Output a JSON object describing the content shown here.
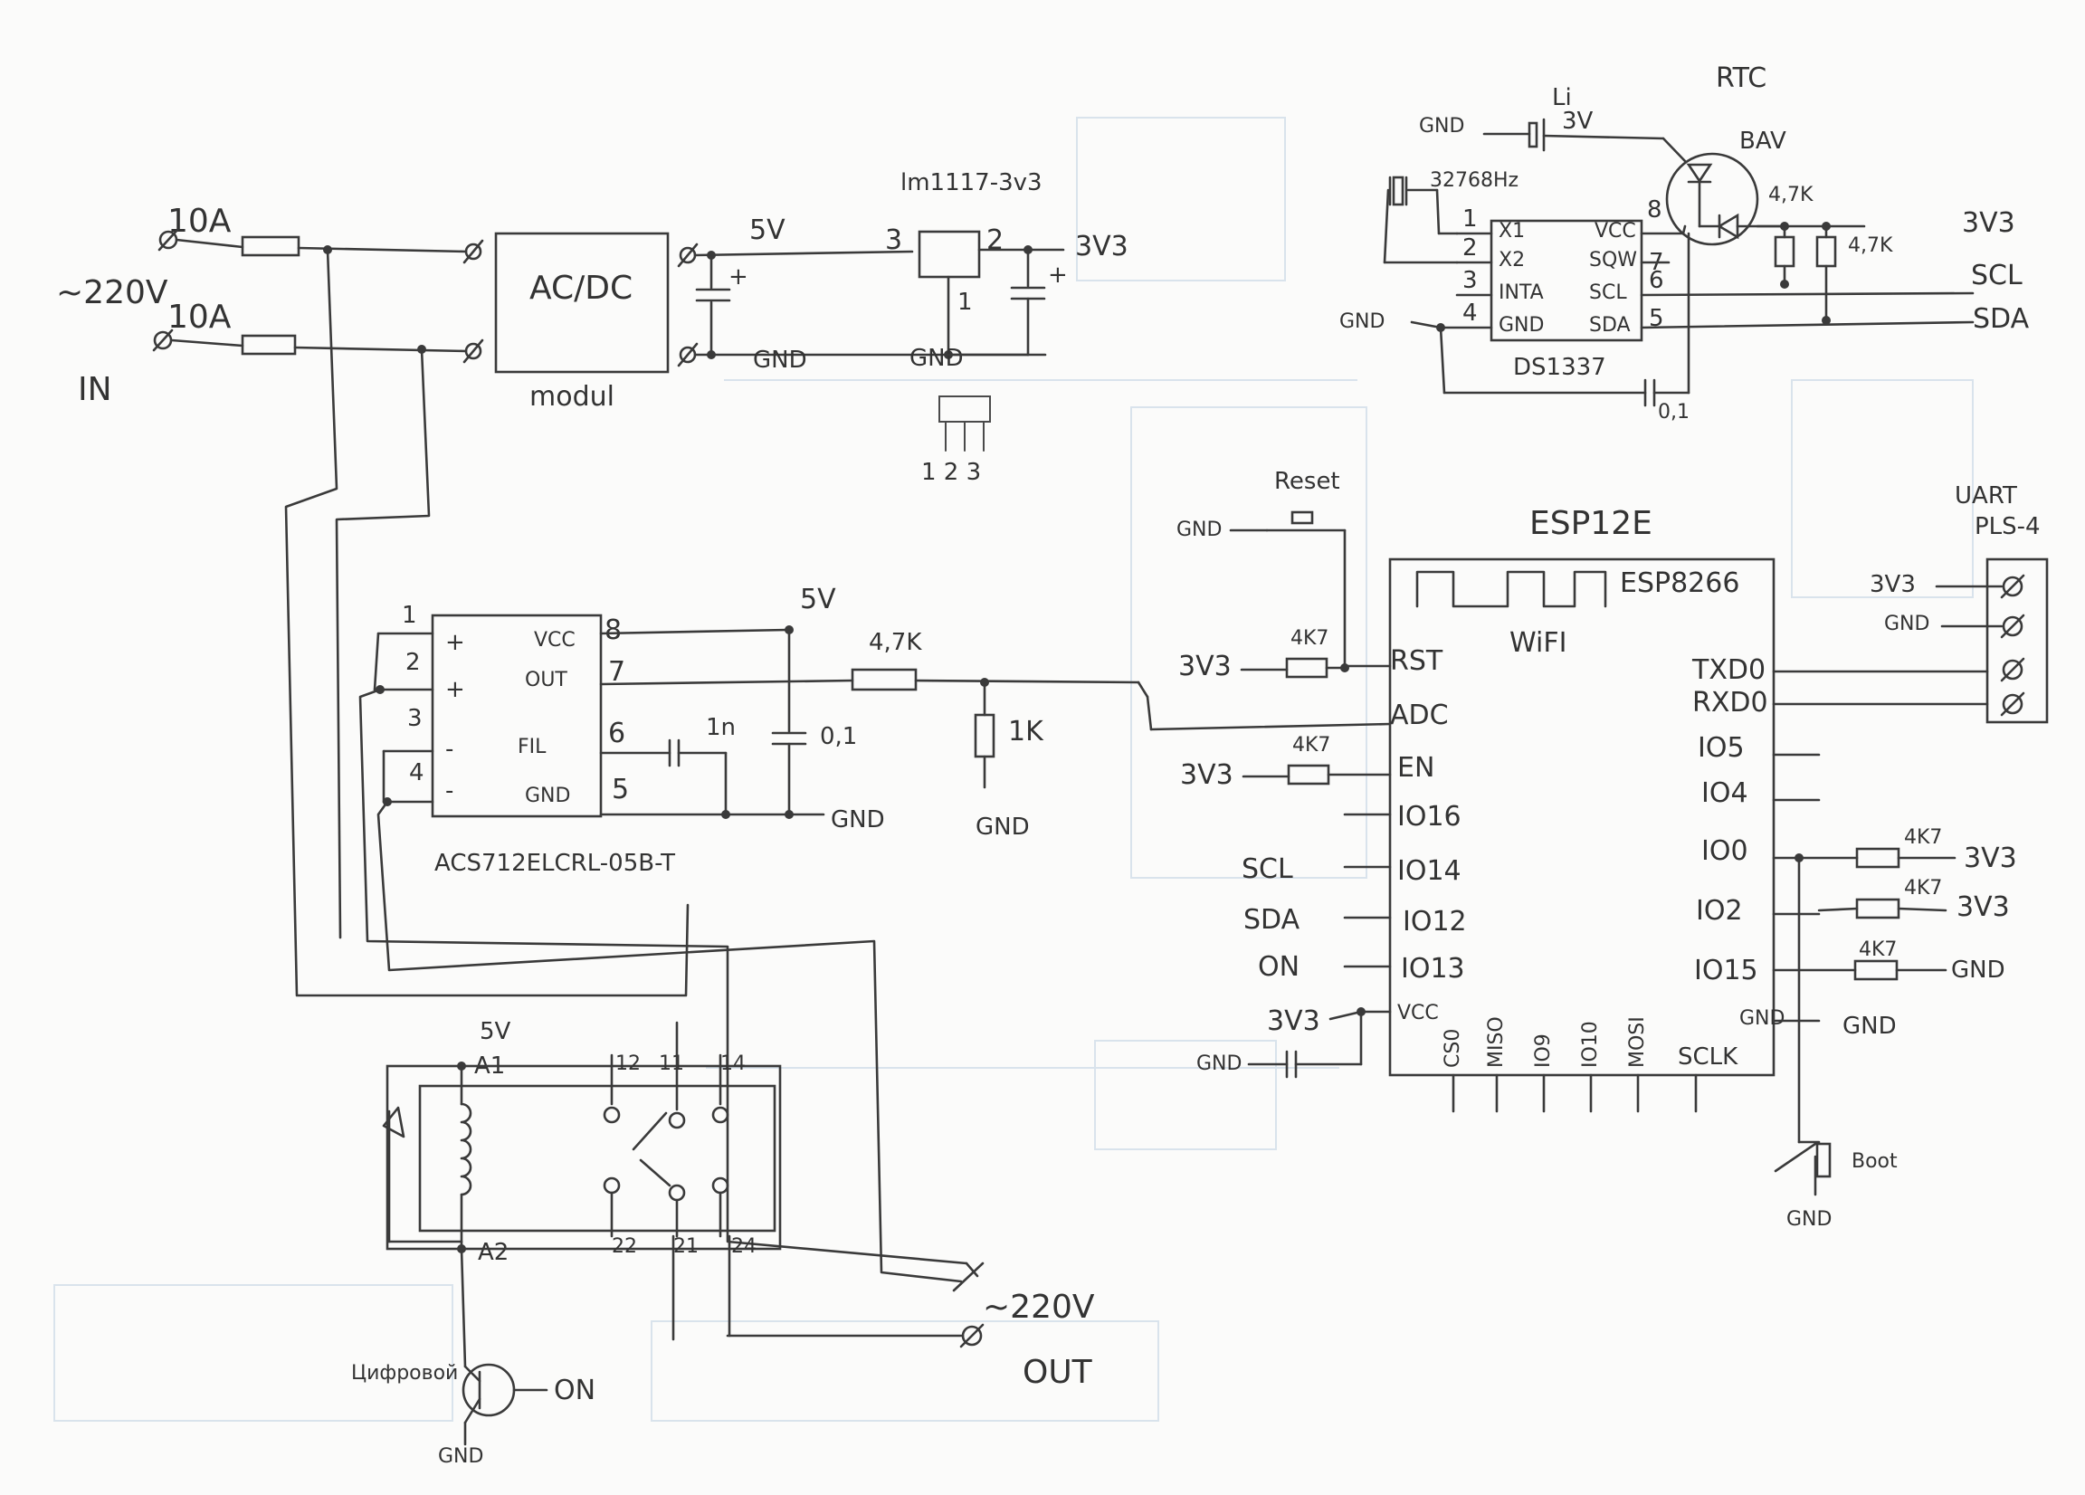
{
  "labels": {
    "fuse_top": "10A",
    "fuse_bottom": "10A",
    "mains_in": "~220V",
    "in": "IN",
    "acdc_box": "AC/DC",
    "modul": "modul",
    "ldo_name": "lm1117-3v3",
    "v5_a": "5V",
    "v3v3_a": "3V3",
    "ldo_pin3": "3",
    "ldo_pin2": "2",
    "ldo_pin1": "1",
    "gnd_a": "GND",
    "gnd_b": "GND",
    "pins_123": "1 2 3",
    "li_batt": "Li",
    "li_3v": "3V",
    "gnd_rtc_top": "GND",
    "crystal": "32768Hz",
    "rtc_title": "RTC",
    "bav": "BAV",
    "r_rtc1": "4,7K",
    "r_rtc2": "4,7K",
    "rtc_3v3": "3V3",
    "rtc_scl": "SCL",
    "rtc_sda": "SDA",
    "gnd_rtc_left": "GND",
    "ds_name": "DS1337",
    "ds_cap": "0,1",
    "ds_x1": "X1",
    "ds_x2": "X2",
    "ds_inta": "INTA",
    "ds_gnd": "GND",
    "ds_vcc": "VCC",
    "ds_sqw": "SQW",
    "ds_scl": "SCL",
    "ds_sda": "SDA",
    "ds_p1": "1",
    "ds_p2": "2",
    "ds_p3": "3",
    "ds_p4": "4",
    "ds_p5": "5",
    "ds_p6": "6",
    "ds_p7": "7",
    "ds_p8": "8",
    "reset": "Reset",
    "gnd_reset": "GND",
    "esp_module": "ESP12E",
    "esp_chip": "ESP8266",
    "wifi": "WiFI",
    "esp_rst": "RST",
    "esp_adc": "ADC",
    "esp_en": "EN",
    "esp_io16": "IO16",
    "esp_io14": "IO14",
    "esp_io12": "IO12",
    "esp_io13": "IO13",
    "esp_vcc": "VCC",
    "esp_txd0": "TXD0",
    "esp_rxd0": "RXD0",
    "esp_io5": "IO5",
    "esp_io4": "IO4",
    "esp_io0": "IO0",
    "esp_io2": "IO2",
    "esp_io15": "IO15",
    "esp_gnd": "GND",
    "esp_sclk": "SCLK",
    "esp_cs0": "CS0",
    "esp_miso": "MISO",
    "esp_io9": "IO9",
    "esp_io10": "IO10",
    "esp_mosi": "MOSI",
    "r_rst": "4K7",
    "r_en": "4K7",
    "v3v3_rst": "3V3",
    "v3v3_en": "3V3",
    "scl_left": "SCL",
    "sda_left": "SDA",
    "on_left": "ON",
    "v3v3_vcc": "3V3",
    "gnd_vcc": "GND",
    "uart": "UART",
    "pls4": "PLS-4",
    "uart_3v3": "3V3",
    "uart_gnd": "GND",
    "r_io0": "4K7",
    "r_io2": "4K7",
    "r_io15": "4K7",
    "io0_3v3": "3V3",
    "io2_3v3": "3V3",
    "io15_gnd": "GND",
    "esp_gnd_right": "GND",
    "boot": "Boot",
    "gnd_boot": "GND",
    "acs_name": "ACS712ELCRL-05B-T",
    "acs_vcc": "VCC",
    "acs_out": "OUT",
    "acs_fil": "FIL",
    "acs_gnd": "GND",
    "acs_p1": "1",
    "acs_p2": "2",
    "acs_p3": "3",
    "acs_p4": "4",
    "acs_p5": "5",
    "acs_p6": "6",
    "acs_p7": "7",
    "acs_p8": "8",
    "acs_plus1": "+",
    "acs_plus2": "+",
    "acs_minus1": "-",
    "acs_minus2": "-",
    "acs_5v": "5V",
    "acs_cap_1n": "1n",
    "acs_cap_01": "0,1",
    "acs_gnd_label": "GND",
    "r_acs1": "4,7K",
    "r_acs2": "1K",
    "gnd_acs_r": "GND",
    "relay_5v": "5V",
    "relay_a1": "A1",
    "relay_a2": "A2",
    "relay_12": "12",
    "relay_11": "11",
    "relay_14": "14",
    "relay_22": "22",
    "relay_21": "21",
    "relay_24": "24",
    "transistor": "Цифровой",
    "on_bottom": "ON",
    "gnd_bottom": "GND",
    "mains_out": "~220V",
    "out": "OUT"
  }
}
